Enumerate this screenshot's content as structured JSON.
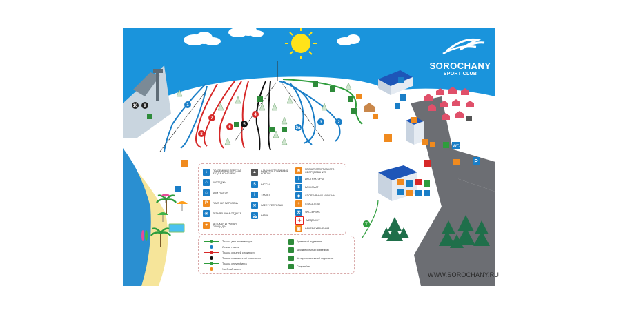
{
  "brand": {
    "name": "SOROCHANY",
    "subtitle": "SPORT CLUB"
  },
  "website": "WWW.SOROCHANY.RU",
  "colors": {
    "sky": "#1a94dc",
    "snow": "#ffffff",
    "road": "#6c6e73",
    "sand": "#f6e59a",
    "sun": "#ffe31a",
    "water": "#2a8fd1"
  },
  "trail_numbers": [
    "10",
    "9",
    "1",
    "2",
    "3",
    "4",
    "5",
    "6",
    "7",
    "8",
    "3a"
  ],
  "legend": {
    "col1": [
      {
        "icon": "underground-passage-icon",
        "text": "ПОДЗЕМНЫЙ ПЕРЕХОД ВХОД В КОМПЛЕКС",
        "color": "#1a7ec7"
      },
      {
        "icon": "cottage-icon",
        "text": "КОТТЕДЖИ",
        "color": "#1a7ec7"
      },
      {
        "icon": "house-icon",
        "text": "ДОМ РАЗГОН",
        "color": "#1a7ec7"
      },
      {
        "icon": "parking-icon",
        "text": "ПЛАТНАЯ ПАРКОВКА",
        "color": "#f08a1e"
      },
      {
        "icon": "summer-zone-icon",
        "text": "ЛЕТНЯЯ ЗОНА ОТДЫХА",
        "color": "#1a7ec7"
      },
      {
        "icon": "playground-icon",
        "text": "ДЕТСКАЯ ИГРОВАЯ ПЛОЩАДКА",
        "color": "#f08a1e"
      }
    ],
    "col2": [
      {
        "icon": "admin-building-icon",
        "text": "АДМИНИСТРАТИВНЫЙ КОРПУС",
        "color": "#555555"
      },
      {
        "icon": "cash-desk-icon",
        "text": "КАССЫ",
        "color": "#1a7ec7"
      },
      {
        "icon": "toilet-icon",
        "text": "ТУАЛЕТ",
        "color": "#1a7ec7"
      },
      {
        "icon": "cafe-icon",
        "text": "КАФЕ / РЕСТОРАН",
        "color": "#1a7ec7"
      },
      {
        "icon": "skating-icon",
        "text": "КАТОК",
        "color": "#1a7ec7"
      }
    ],
    "col3": [
      {
        "icon": "rental-icon",
        "text": "ПРОКАТ СПОРТИВНОГО ОБОРУДОВАНИЯ",
        "color": "#f08a1e"
      },
      {
        "icon": "instructor-icon",
        "text": "ИНСТРУКТОРЫ",
        "color": "#1a7ec7"
      },
      {
        "icon": "atm-icon",
        "text": "БАНКОМАТ",
        "color": "#1a7ec7"
      },
      {
        "icon": "shop-icon",
        "text": "СПОРТИВНЫЙ МАГАЗИН",
        "color": "#1a7ec7"
      },
      {
        "icon": "rescue-icon",
        "text": "СПАСАТЕЛИ",
        "color": "#f08a1e"
      },
      {
        "icon": "ski-service-icon",
        "text": "SKI-СЕРВИС",
        "color": "#1a7ec7"
      },
      {
        "icon": "medpoint-icon",
        "text": "МЕДПУНКТ",
        "color": "#e52020"
      },
      {
        "icon": "storage-icon",
        "text": "КАМЕРА ХРАНЕНИЯ",
        "color": "#f08a1e"
      }
    ]
  },
  "trail_types": [
    {
      "text": "Трасса для начинающих",
      "color": "#2e9d3c"
    },
    {
      "text": "Легкая трасса",
      "color": "#1a7ec7"
    },
    {
      "text": "Трасса средней сложности",
      "color": "#d62828"
    },
    {
      "text": "Трасса повышенной сложности",
      "color": "#111111"
    },
    {
      "text": "Трасса сноутюбинга",
      "color": "#2e9d3c"
    },
    {
      "text": "Учебный склон",
      "color": "#f08a1e"
    }
  ],
  "lift_types": [
    {
      "text": "Бугельный подъемник"
    },
    {
      "text": "Двухкресельный подъемник"
    },
    {
      "text": "Четырехкресельный подъемник"
    },
    {
      "text": "Сноутюбинг"
    }
  ],
  "map_labels": {
    "wc": "WC",
    "parking": "P",
    "lift_t": "T"
  }
}
